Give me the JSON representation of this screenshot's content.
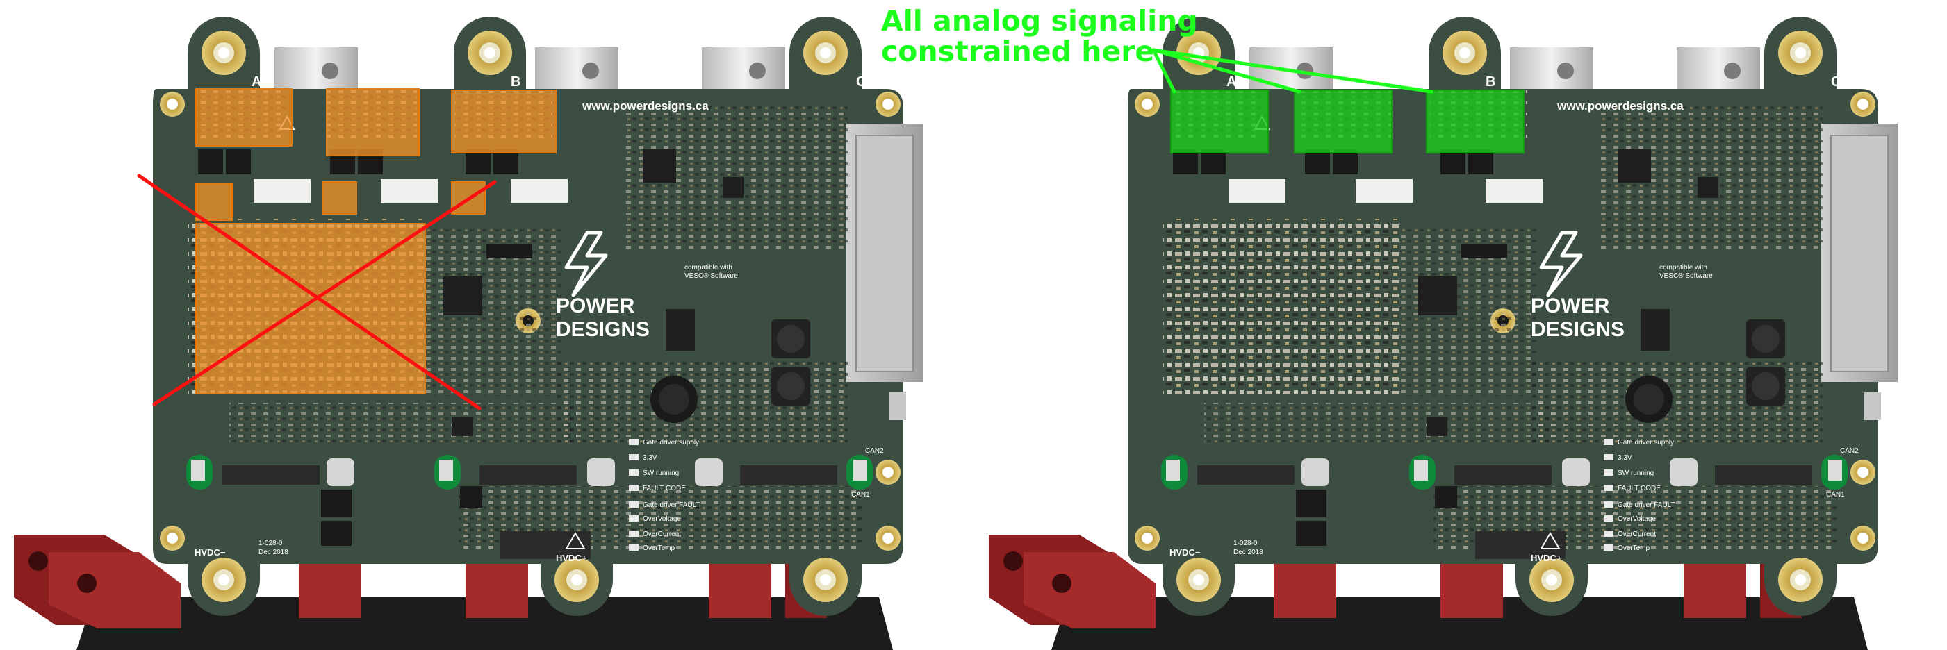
{
  "annotation": {
    "line1": "All analog signaling",
    "line2": "constrained here"
  },
  "board": {
    "url": "www.powerdesigns.ca",
    "logo_line1": "POWER",
    "logo_line2": "DESIGNS",
    "phase_labels": [
      "A",
      "B",
      "C"
    ],
    "hvdc_minus": "HVDC−",
    "hvdc_plus": "HVDC+",
    "revision": "1-028-0",
    "date": "Dec 2018",
    "compat_line1": "compatible with",
    "compat_line2": "VESC® Software",
    "leds": [
      "Gate driver supply",
      "3.3V",
      "SW running",
      "FAULT CODE",
      "Gate driver FAULT",
      "OverVoltage",
      "OverCurrent",
      "OverTemp"
    ],
    "can1": "CAN1",
    "can2": "CAN2"
  },
  "colors": {
    "pcb": "#3c4e42",
    "highlight_orange": "#f0922a",
    "highlight_green": "#1ec81e",
    "cross": "#ff1010",
    "annotation_green": "#1cff1c",
    "bracket_red": "#9a2424",
    "base_black": "#1c1c1c"
  }
}
